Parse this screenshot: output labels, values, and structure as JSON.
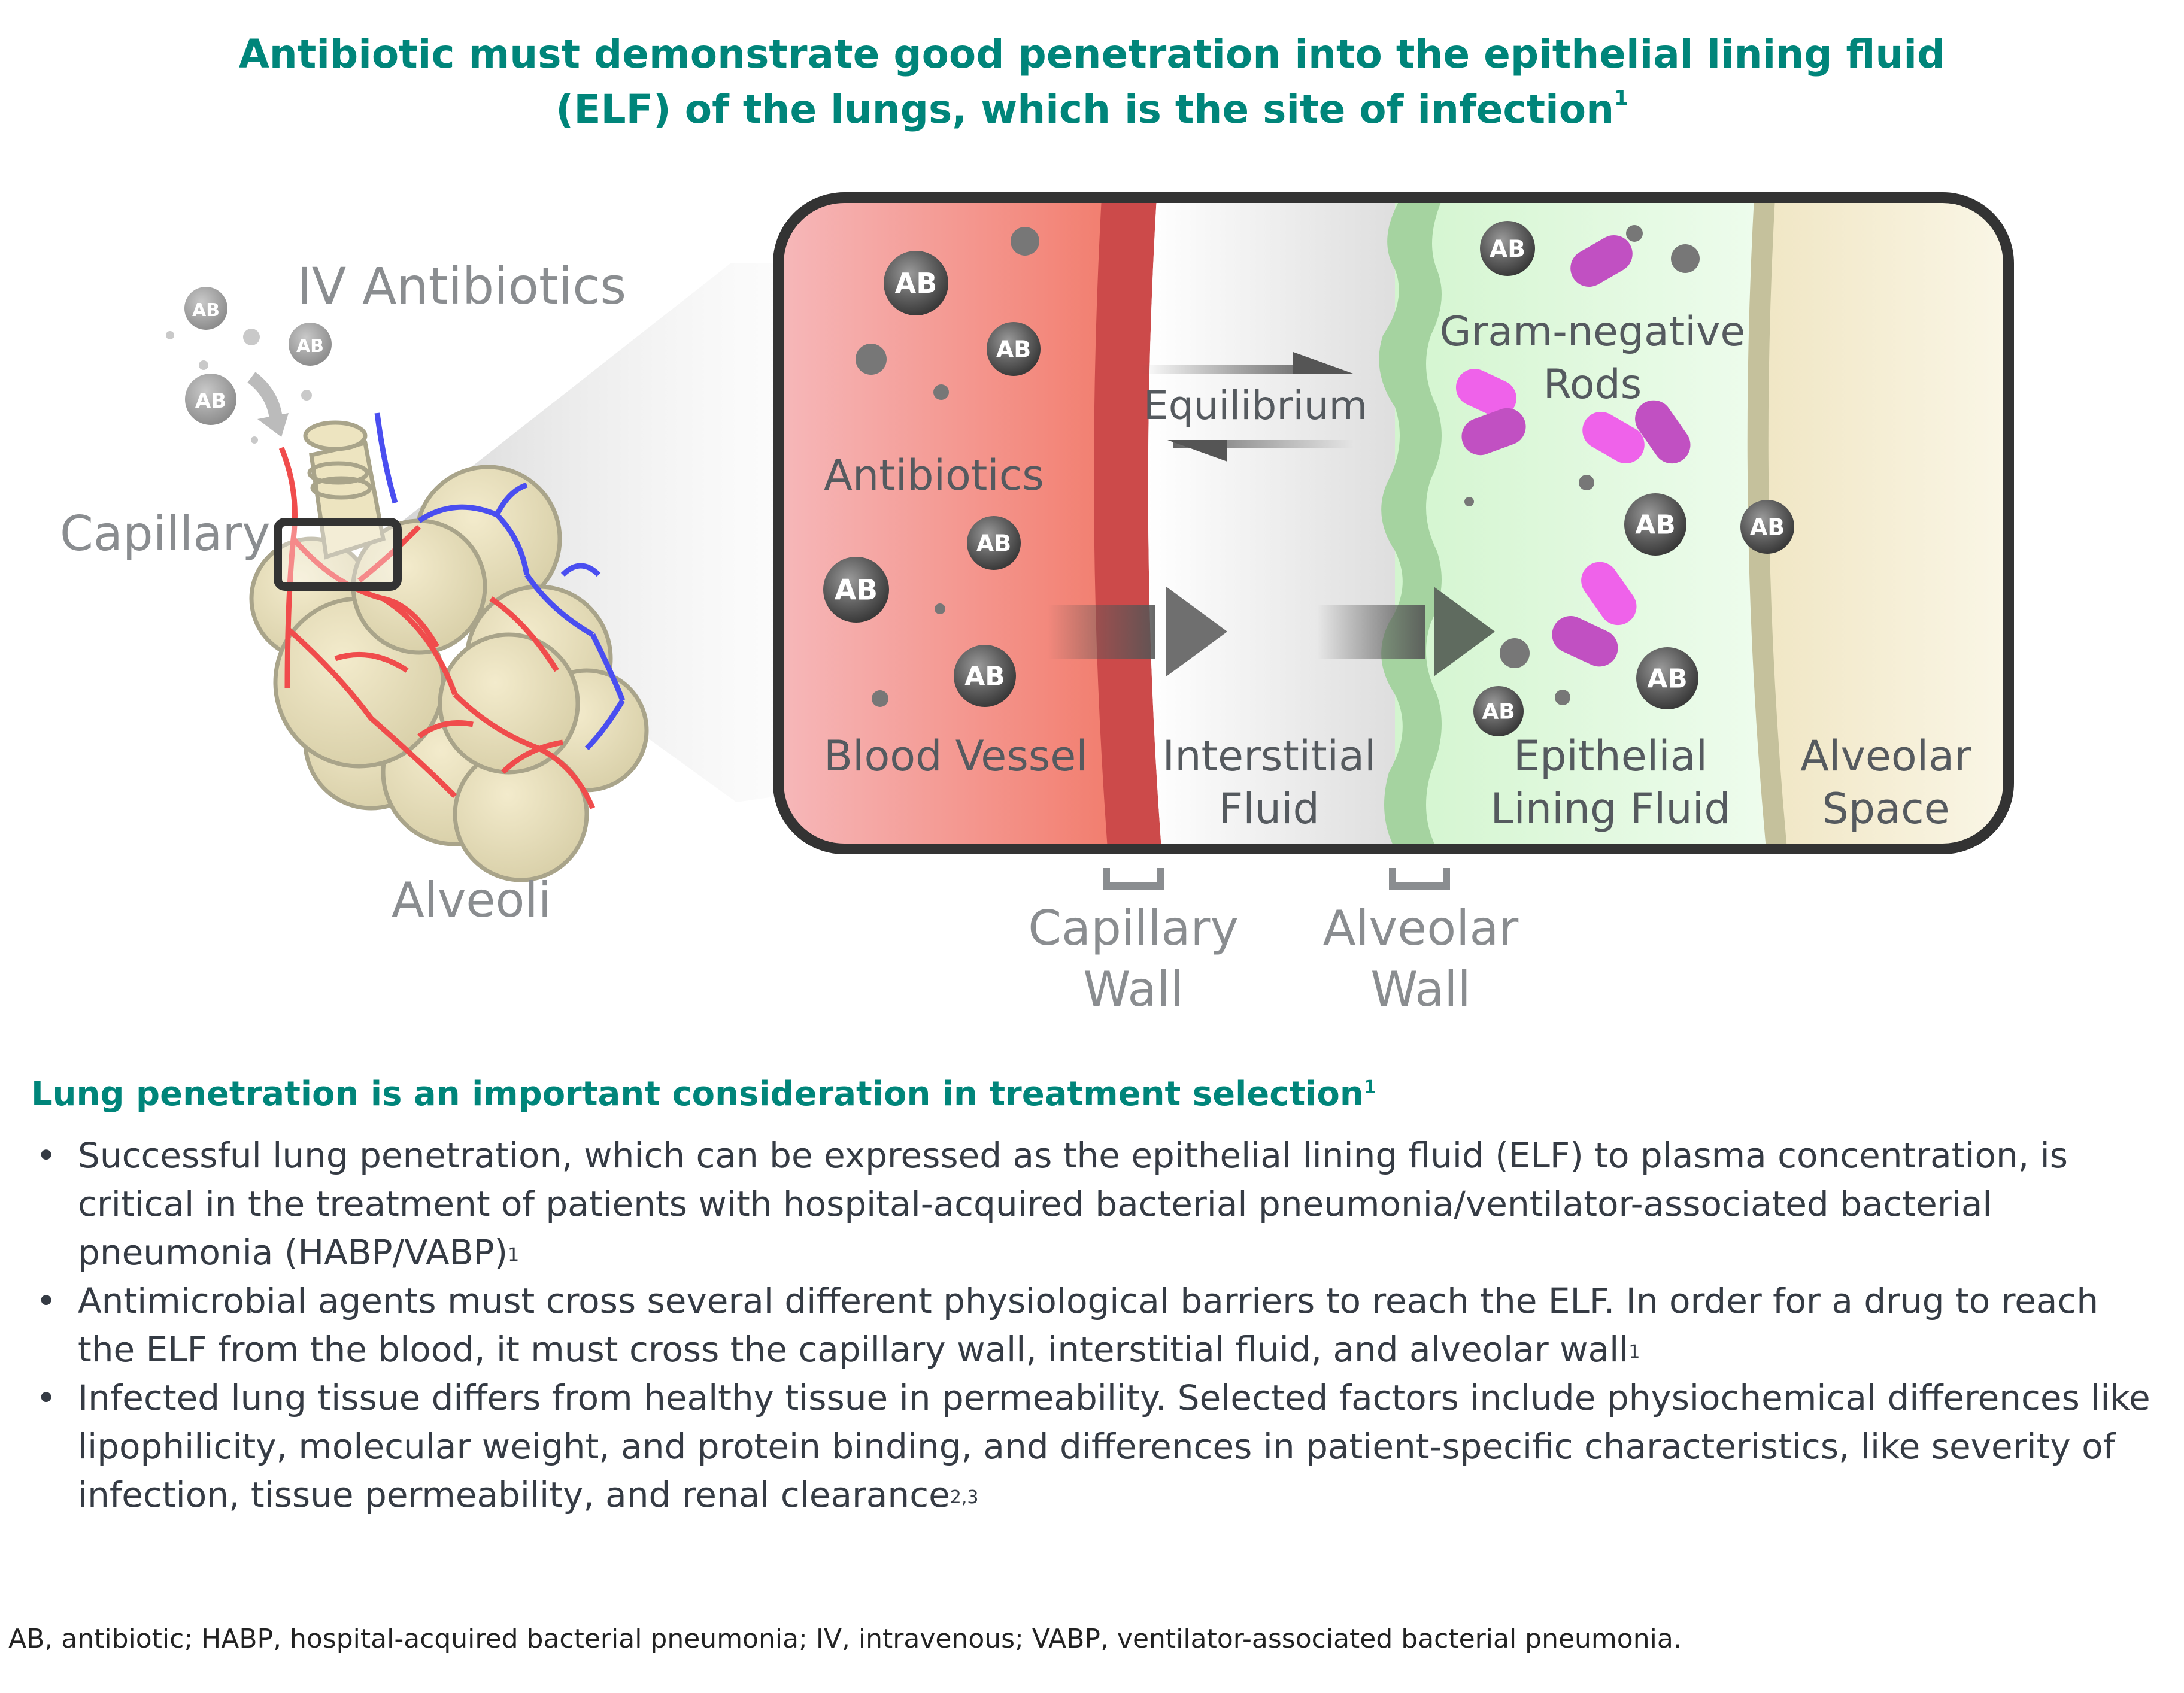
{
  "title": {
    "line1": "Antibiotic must demonstrate good penetration into the epithelial lining fluid",
    "line2": "(ELF) of the lungs, which is the site of infection",
    "ref": "1"
  },
  "left_illustration": {
    "iv_label": "IV Antibiotics",
    "capillary_label": "Capillary",
    "alveoli_label": "Alveoli",
    "ab_badge": "AB"
  },
  "zoom_panel": {
    "ab_badge": "AB",
    "regions": {
      "blood_vessel": "Blood Vessel",
      "interstitial_line1": "Interstitial",
      "interstitial_line2": "Fluid",
      "epithelial_line1": "Epithelial",
      "epithelial_line2": "Lining Fluid",
      "alveolar_line1": "Alveolar",
      "alveolar_line2": "Space"
    },
    "antibiotics_label": "Antibiotics",
    "equilibrium_label": "Equilibrium",
    "rods_line1": "Gram-negative",
    "rods_line2": "Rods",
    "capillary_wall_line1": "Capillary",
    "capillary_wall_line2": "Wall",
    "alveolar_wall_line1": "Alveolar",
    "alveolar_wall_line2": "Wall"
  },
  "section": {
    "heading": "Lung penetration is an important consideration in treatment selection",
    "heading_ref": "1",
    "bullets": [
      {
        "text": "Successful lung penetration, which can be expressed as the epithelial lining fluid (ELF) to plasma concentration, is critical in the treatment of patients with hospital-acquired bacterial pneumonia/ventilator-associated bacterial pneumonia (HABP/VABP)",
        "ref": "1"
      },
      {
        "text": "Antimicrobial agents must cross several different physiological barriers to reach the ELF. In order for a drug to reach the ELF from the blood, it must cross the capillary wall, interstitial fluid, and alveolar wall",
        "ref": "1"
      },
      {
        "text": "Infected lung tissue differs from healthy tissue in permeability. Selected factors include physiochemical differences like lipophilicity, molecular weight, and protein binding, and differences in patient-specific characteristics, like severity of infection, tissue permeability, and renal clearance",
        "ref": "2,3"
      }
    ],
    "bullet_char": "•"
  },
  "footnote": "AB, antibiotic; HABP, hospital-acquired bacterial pneumonia; IV, intravenous; VABP, ventilator-associated bacterial pneumonia.",
  "colors": {
    "teal": "#00857a",
    "blood": "#f27b6b",
    "capillary_wall": "#cc4a4a",
    "alveolar_wall": "#a5d3a0",
    "elf": "#dff8dc",
    "alveolar_space": "#f3ecd0",
    "rod_magenta": "#c150c2",
    "rod_pink": "#ef62ea"
  }
}
